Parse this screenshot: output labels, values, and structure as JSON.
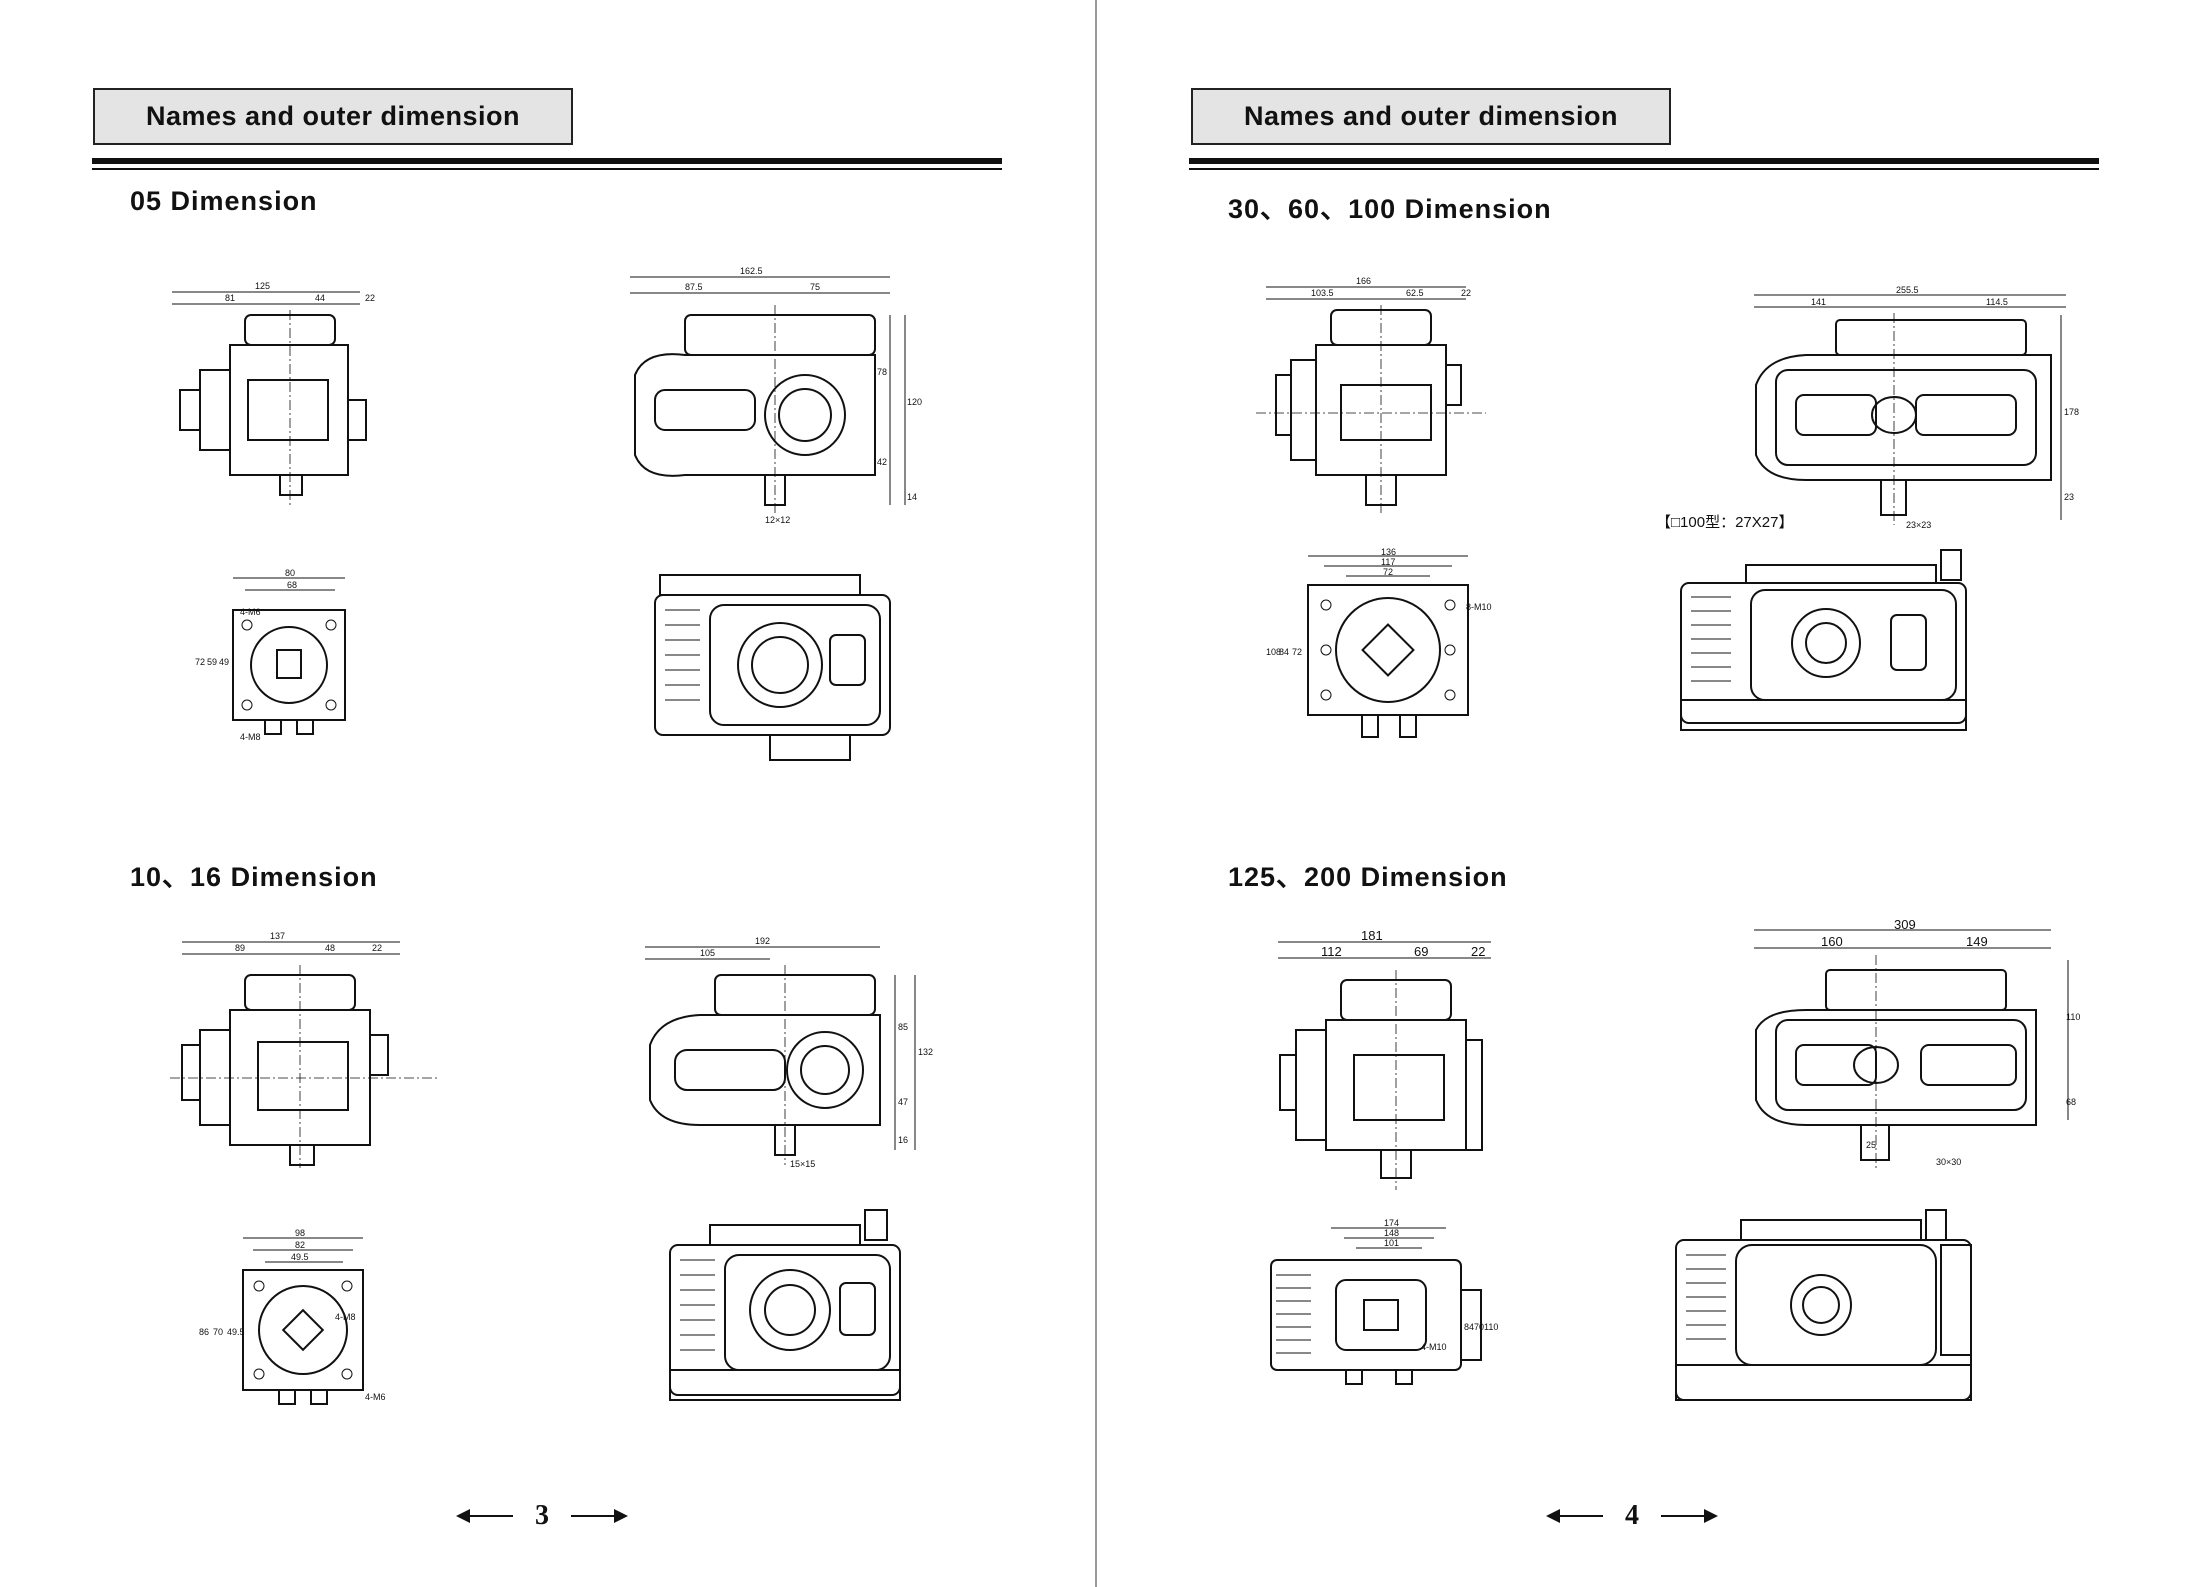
{
  "left_page": {
    "header": "Names and outer dimension",
    "sections": [
      {
        "title": "05 Dimension",
        "side_view": {
          "dims": [
            "125",
            "81",
            "44",
            "22"
          ]
        },
        "front_view": {
          "dims": [
            "162.5",
            "87.5",
            "75",
            "78",
            "120",
            "42",
            "14",
            "12×12"
          ]
        },
        "flange_view": {
          "dims": [
            "80",
            "68",
            "72",
            "59",
            "49",
            "4-M6",
            "4-M8"
          ]
        }
      },
      {
        "title": "10、16 Dimension",
        "side_view": {
          "dims": [
            "137",
            "89",
            "48",
            "22"
          ]
        },
        "front_view": {
          "dims": [
            "192",
            "105",
            "85",
            "132",
            "47",
            "16",
            "15×15"
          ]
        },
        "flange_view": {
          "dims": [
            "98",
            "82",
            "49.5",
            "86",
            "70",
            "49.5",
            "4-M8",
            "4-M6"
          ]
        }
      }
    ],
    "page_number": "3"
  },
  "right_page": {
    "header": "Names and outer dimension",
    "sections": [
      {
        "title": "30、60、100 Dimension",
        "side_view": {
          "dims": [
            "166",
            "103.5",
            "62.5",
            "22"
          ]
        },
        "front_view": {
          "dims": [
            "255.5",
            "141",
            "114.5",
            "178",
            "23",
            "23×23"
          ],
          "note": "【□100型：27X27】"
        },
        "flange_view": {
          "dims": [
            "136",
            "117",
            "72",
            "108",
            "84",
            "72",
            "8-M10"
          ]
        }
      },
      {
        "title": "125、200 Dimension",
        "side_view": {
          "dims": [
            "181",
            "112",
            "69",
            "22"
          ]
        },
        "front_view": {
          "dims": [
            "309",
            "160",
            "149",
            "110",
            "68",
            "25",
            "30×30"
          ]
        },
        "flange_view": {
          "dims": [
            "174",
            "148",
            "101",
            "84",
            "70",
            "110",
            "4-M10"
          ]
        }
      }
    ],
    "page_number": "4"
  }
}
